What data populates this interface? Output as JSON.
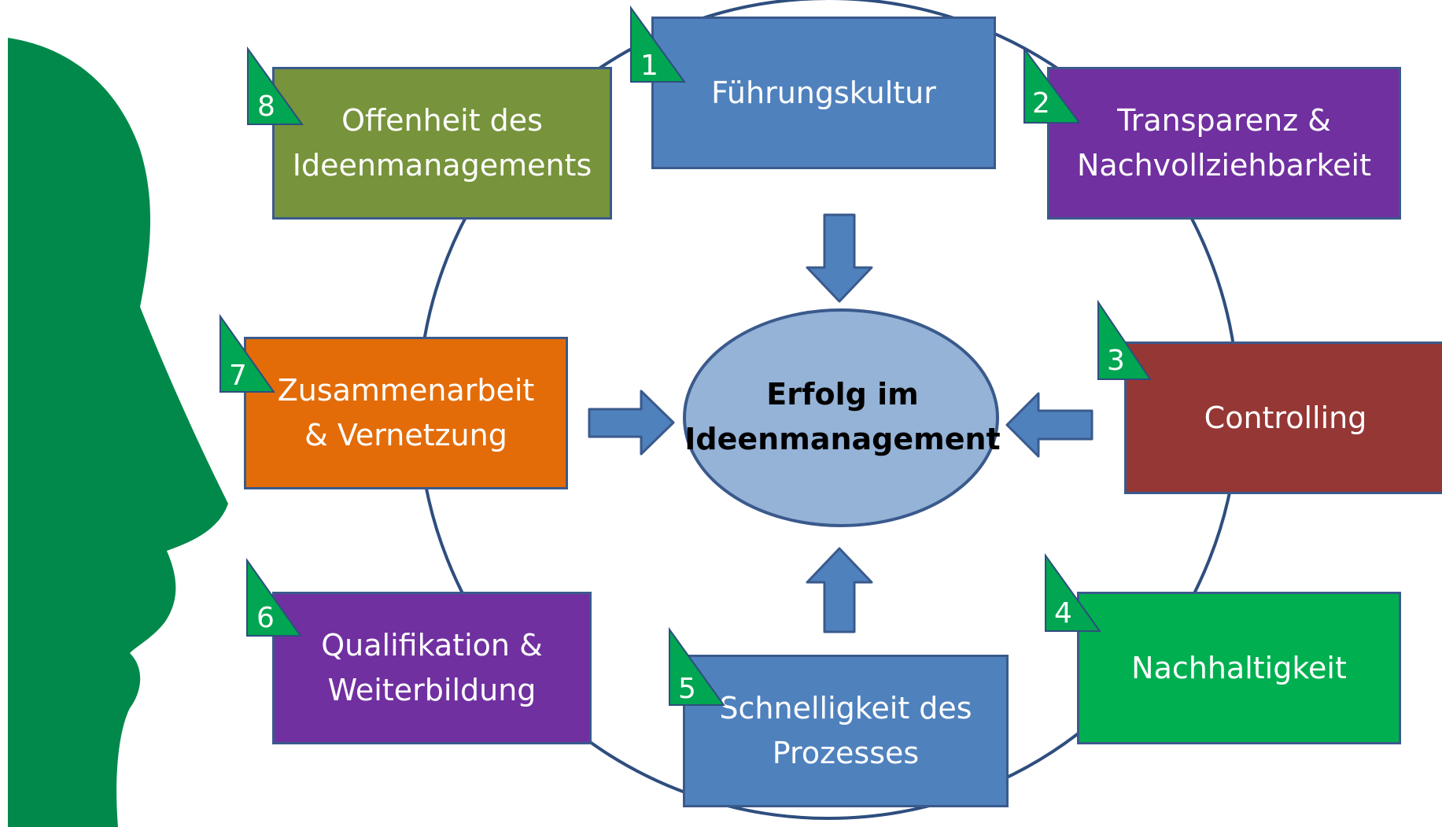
{
  "center": {
    "label": "Erfolg im\nIdeenmanagement",
    "fill": "#95b3d7",
    "stroke": "#3a5a8c"
  },
  "factors": [
    {
      "number": "1",
      "label": "Führungskultur",
      "fill": "#4f81bd"
    },
    {
      "number": "2",
      "label": "Transparenz &\nNachvollziehbarkeit",
      "fill": "#7030a0"
    },
    {
      "number": "3",
      "label": "Controlling",
      "fill": "#953735"
    },
    {
      "number": "4",
      "label": "Nachhaltigkeit",
      "fill": "#00b050"
    },
    {
      "number": "5",
      "label": "Schnelligkeit des\nProzesses",
      "fill": "#4f81bd"
    },
    {
      "number": "6",
      "label": "Qualifikation &\nWeiterbildung",
      "fill": "#7030a0"
    },
    {
      "number": "7",
      "label": "Zusammenarbeit\n& Vernetzung",
      "fill": "#e36c09"
    },
    {
      "number": "8",
      "label": "Offenheit des\nIdeenmanagements",
      "fill": "#77933c"
    }
  ],
  "colors": {
    "head_silhouette": "#00894a",
    "badge": "#00a651",
    "arrow": "#4f81bd",
    "arrow_stroke": "#3a5a8c",
    "ring": "#2e4e7e"
  }
}
